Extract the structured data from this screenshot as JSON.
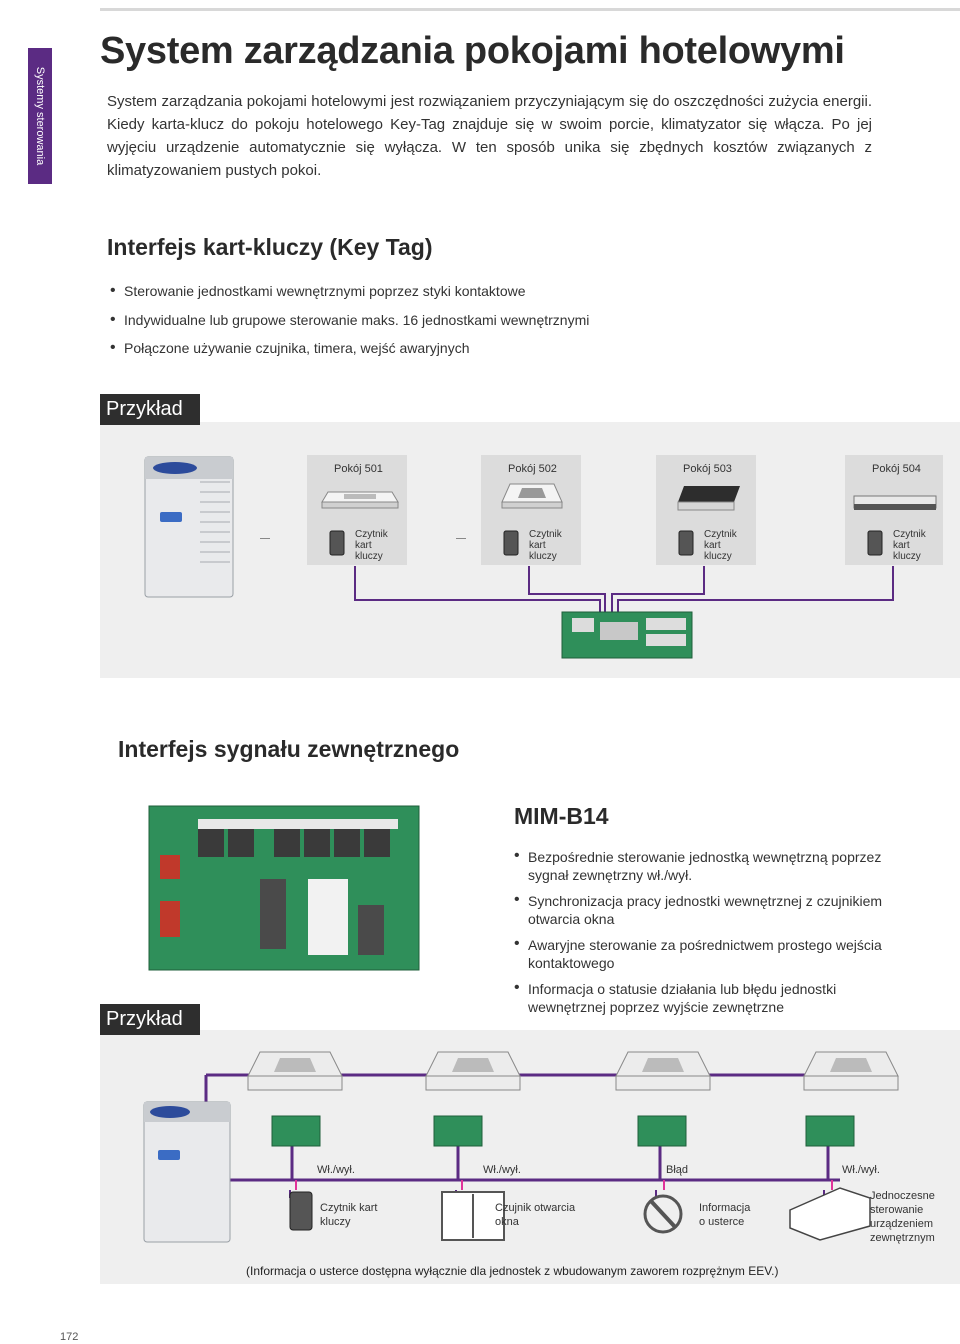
{
  "side_tab": "Systemy sterowania",
  "title": "System zarządzania pokojami hotelowymi",
  "intro": "System zarządzania pokojami hotelowymi jest rozwiązaniem przyczyniającym się do oszczędności zużycia energii. Kiedy karta-klucz do pokoju hotelowego Key-Tag znajduje się w swoim porcie, klimatyzator się włącza. Po jej wyjęciu urządzenie automatycznie się wyłącza. W ten sposób unika się zbędnych kosztów związanych z klimatyzowaniem pustych pokoi.",
  "section1": {
    "heading": "Interfejs kart-kluczy (Key Tag)",
    "bullets": [
      "Sterowanie jednostkami wewnętrznymi poprzez styki kontaktowe",
      "Indywidualne lub grupowe sterowanie maks. 16 jednostkami wewnętrznymi",
      "Połączone używanie czujnika, timera, wejść awaryjnych"
    ],
    "example_label": "Przykład",
    "rooms": [
      {
        "name": "Pokój 501",
        "reader": "Czytnik kart kluczy"
      },
      {
        "name": "Pokój 502",
        "reader": "Czytnik kart kluczy"
      },
      {
        "name": "Pokój 503",
        "reader": "Czytnik kart kluczy"
      },
      {
        "name": "Pokój 504",
        "reader": "Czytnik kart kluczy"
      }
    ]
  },
  "section2": {
    "heading": "Interfejs sygnału zewnętrznego",
    "product": "MIM-B14",
    "bullets": [
      "Bezpośrednie sterowanie jednostką wewnętrzną poprzez sygnał zewnętrzny wł./wył.",
      "Synchronizacja pracy jednostki wewnętrznej z czujnikiem otwarcia okna",
      "Awaryjne sterowanie za pośrednictwem prostego wejścia kontaktowego",
      "Informacja o statusie działania lub błędu jednostki wewnętrznej poprzez wyjście zewnętrzne"
    ],
    "example_label": "Przykład",
    "signals": [
      "Wł./wył.",
      "Wł./wył.",
      "Błąd",
      "Wł./wył."
    ],
    "devices": [
      "Czytnik kart kluczy",
      "Czujnik otwarcia okna",
      "Informacja o usterce",
      "Jednoczesne sterowanie urządzeniem zewnętrznym"
    ],
    "note": "(Informacja o usterce dostępna wyłącznie dla jednostek z wbudowanym zaworem rozprężnym EEV.)"
  },
  "page_number": "172",
  "colors": {
    "accent": "#5b2b83",
    "wire_purple": "#5b2b83",
    "wire_pink": "#e0339a",
    "board_green": "#2f8f5a"
  }
}
